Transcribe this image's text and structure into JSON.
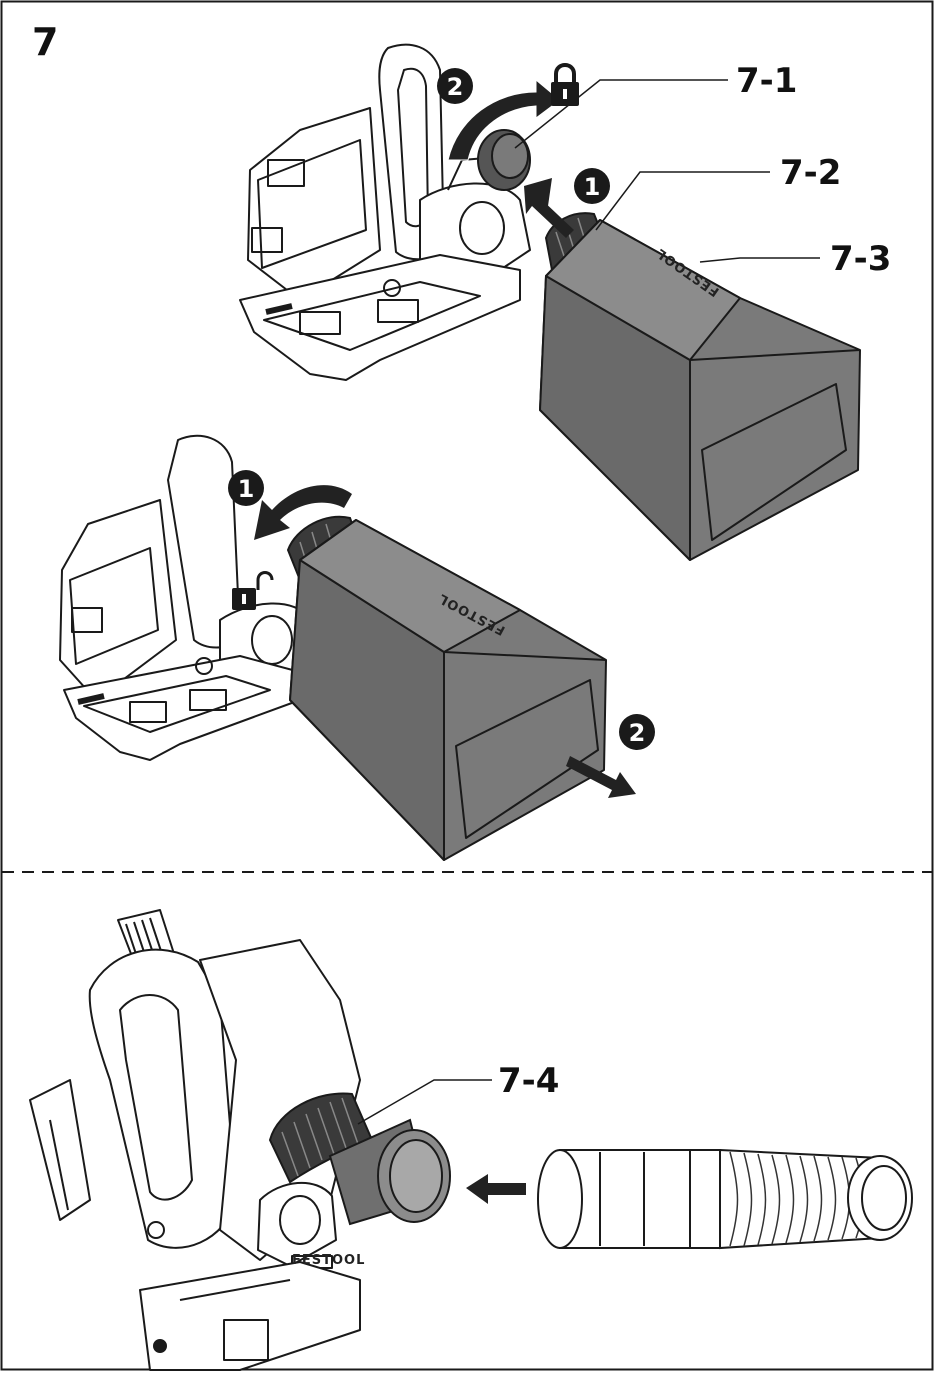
{
  "figure": {
    "number": "7"
  },
  "callouts": {
    "c71": "7-1",
    "c72": "7-2",
    "c73": "7-3",
    "c74": "7-4"
  },
  "steps": {
    "top_1": "1",
    "top_2": "2",
    "mid_1": "1",
    "mid_2": "2"
  },
  "brand": {
    "top": "FESTOOL",
    "mid": "FESTOOL",
    "bottom": "FESTOOL"
  },
  "colors": {
    "line": "#1a1a1a",
    "box_fill": "#7a7a7a",
    "box_fill_dark": "#6a6a6a",
    "box_fill_light": "#8c8c8c",
    "cap_fill": "#555555",
    "knurl_fill": "#3a3a3a",
    "badge_fill": "#1a1a1a"
  },
  "icons": {
    "lock_closed": "lock-closed-icon",
    "lock_open": "lock-open-icon",
    "rotate_arrow": "rotate-arrow-icon",
    "push_arrow": "push-arrow-icon"
  }
}
